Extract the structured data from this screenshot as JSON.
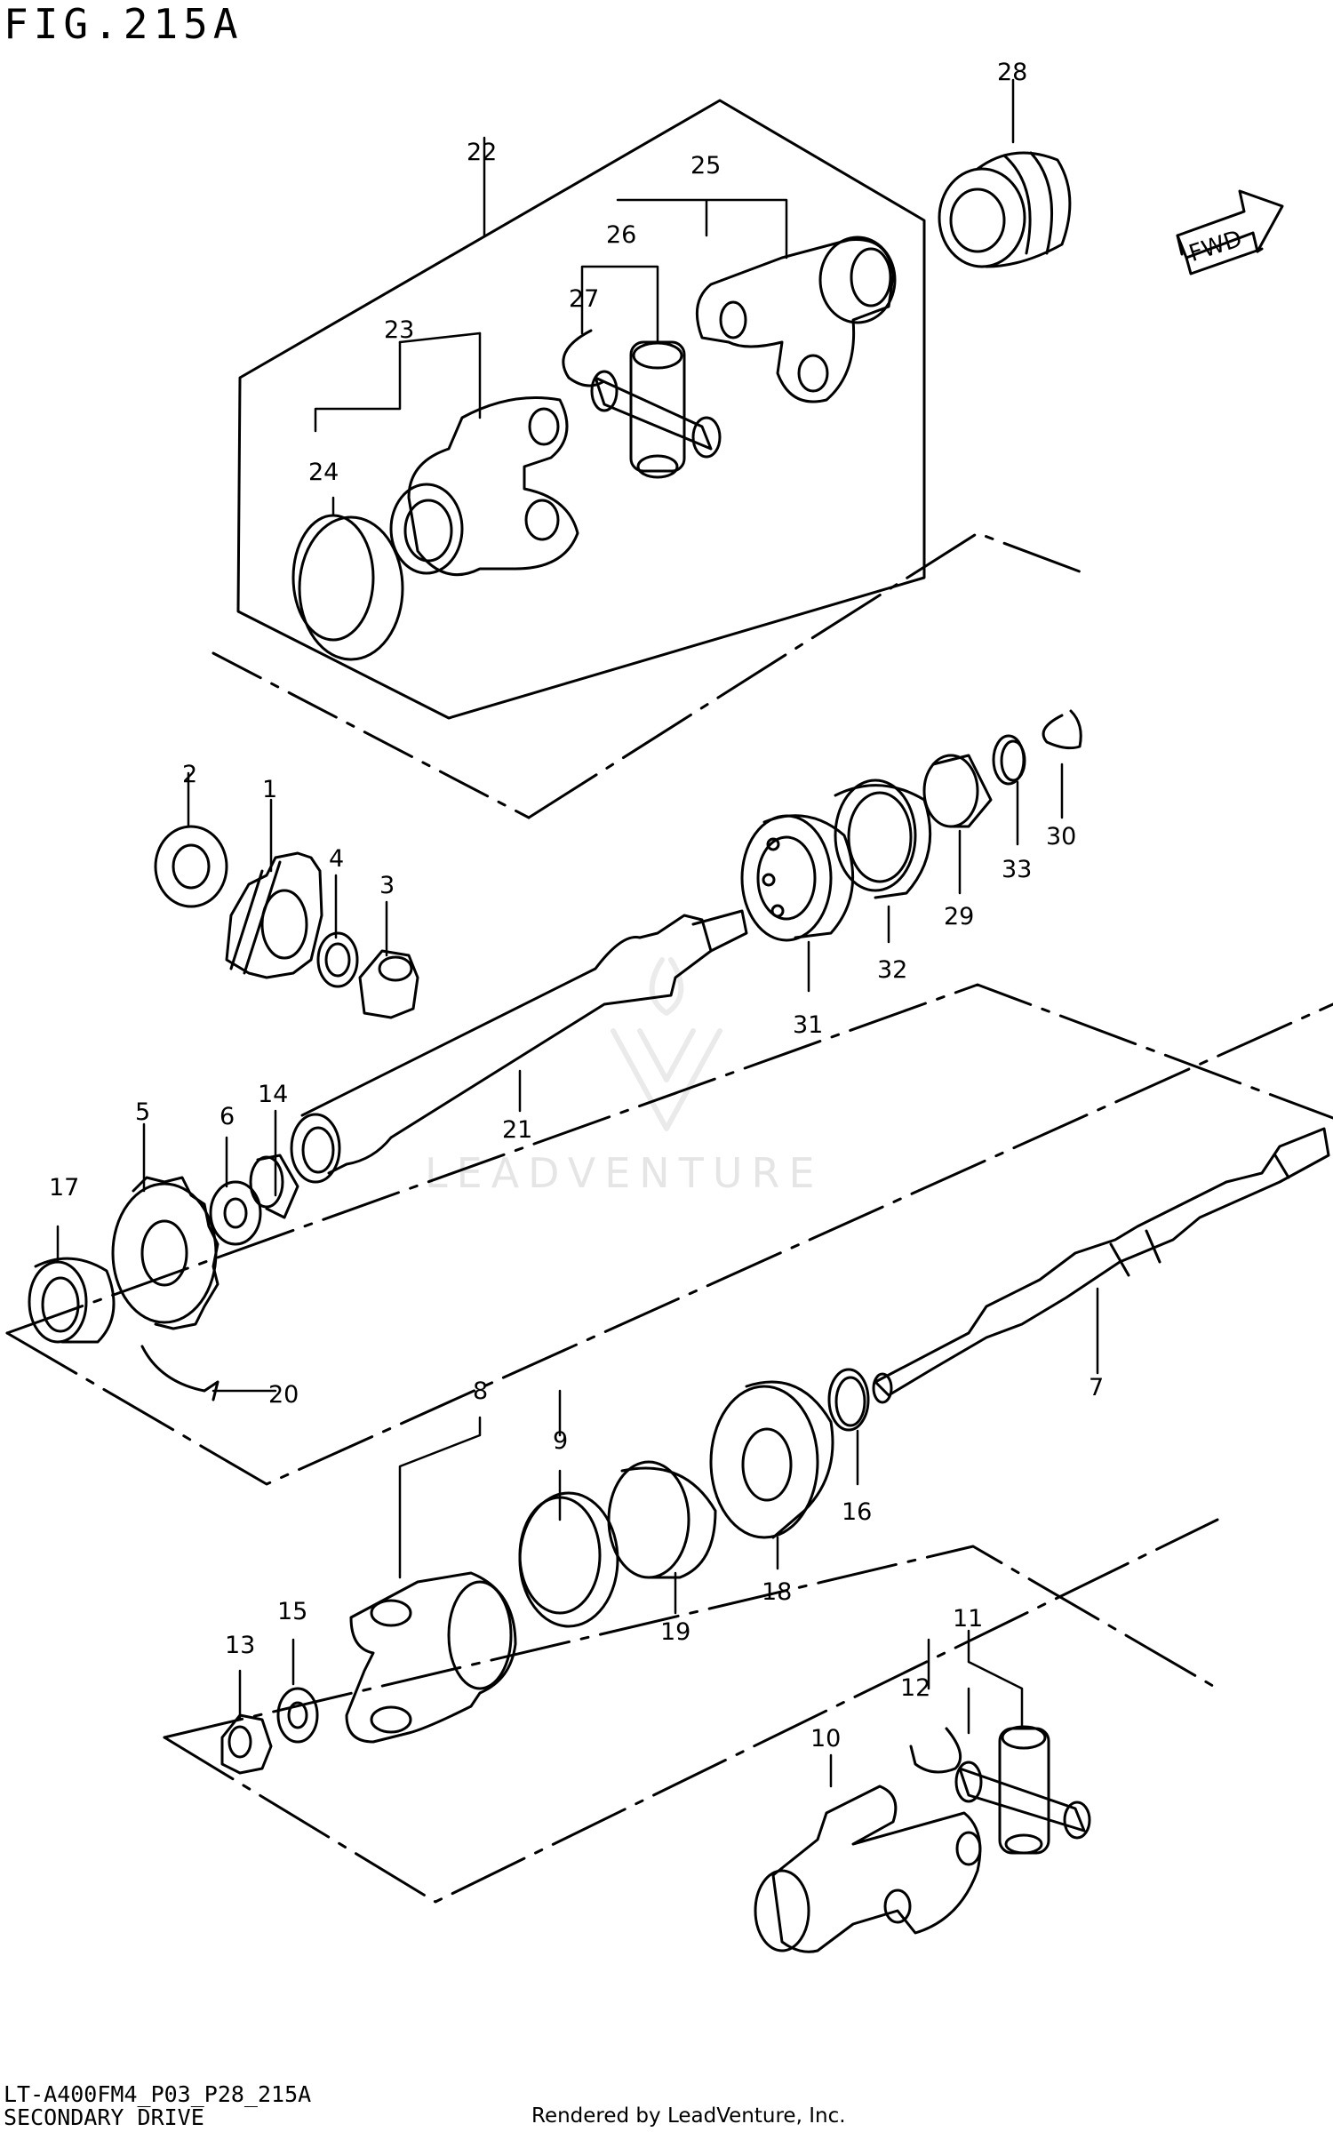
{
  "figure": {
    "title": "FIG.215A"
  },
  "footer": {
    "model_code": "LT-A400FM4_P03_P28_215A",
    "drawing_title": "SECONDARY DRIVE",
    "rendered_by": "Rendered by LeadVenture, Inc."
  },
  "watermark": {
    "text": "LEADVENTURE"
  },
  "direction_arrow": {
    "label": "FWD"
  },
  "callouts": [
    "1",
    "2",
    "3",
    "4",
    "5",
    "6",
    "7",
    "8",
    "9",
    "10",
    "11",
    "12",
    "13",
    "14",
    "15",
    "16",
    "17",
    "18",
    "19",
    "20",
    "21",
    "22",
    "23",
    "24",
    "25",
    "26",
    "27",
    "28",
    "29",
    "30",
    "31",
    "32",
    "33"
  ]
}
